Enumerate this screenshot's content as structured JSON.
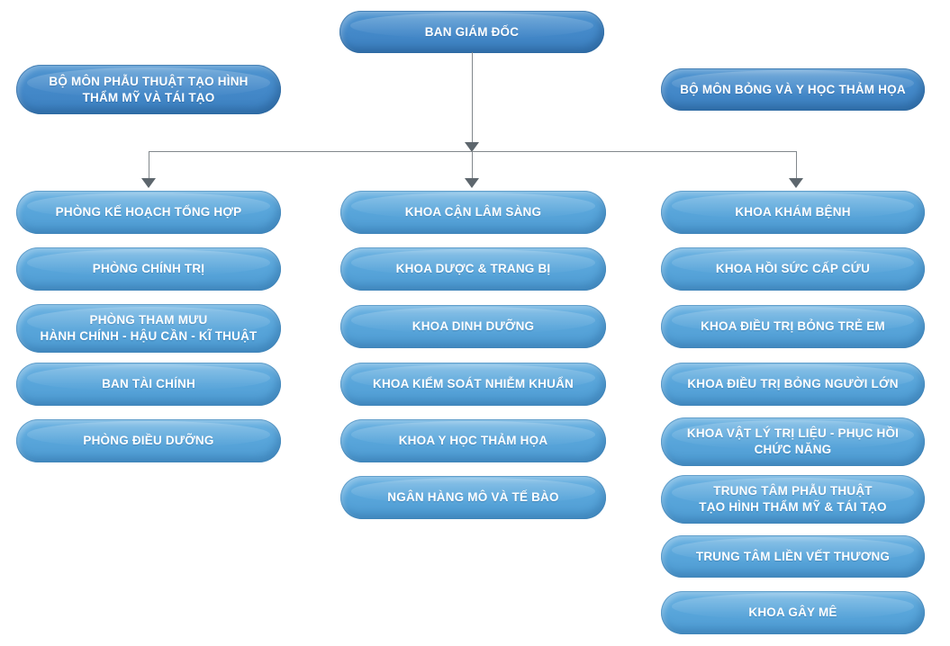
{
  "root": {
    "label": "BAN GIÁM ĐỐC"
  },
  "standalone": {
    "left": {
      "label": "BỘ MÔN PHẪU THUẬT TẠO HÌNH\nTHẨM MỸ VÀ TÁI TẠO"
    },
    "right": {
      "label": "BỘ MÔN BỎNG VÀ Y HỌC THẢM HỌA"
    }
  },
  "columns": [
    {
      "items": [
        "PHÒNG KẾ HOẠCH TỔNG HỢP",
        "PHÒNG CHÍNH TRỊ",
        "PHÒNG THAM MƯU\nHÀNH CHÍNH - HẬU CẦN - KĨ THUẬT",
        "BAN TÀI CHÍNH",
        "PHÒNG ĐIỀU DƯỠNG"
      ]
    },
    {
      "items": [
        "KHOA CẬN LÂM SÀNG",
        "KHOA DƯỢC & TRANG BỊ",
        "KHOA DINH DƯỠNG",
        "KHOA KIỂM SOÁT NHIỄM KHUẨN",
        "KHOA Y HỌC THẢM HỌA",
        "NGÂN HÀNG MÔ VÀ TẾ BÀO"
      ]
    },
    {
      "items": [
        "KHOA KHÁM BỆNH",
        "KHOA HỒI SỨC CẤP CỨU",
        "KHOA ĐIỀU TRỊ BỎNG TRẺ EM",
        "KHOA ĐIỀU TRỊ BỎNG NGƯỜI LỚN",
        "KHOA VẬT LÝ TRỊ LIỆU  - PHỤC HỒI\nCHỨC NĂNG",
        "TRUNG TÂM PHẪU THUẬT\nTẠO HÌNH THẨM MỸ & TÁI TẠO",
        "TRUNG TÂM LIỀN VẾT THƯƠNG",
        "KHOA GÂY MÊ"
      ]
    }
  ],
  "colors": {
    "node_light": "#58a5da",
    "node_light_top": "#6db3e2",
    "node_light_bottom": "#4f9cd3",
    "node_dark": "#4489c9",
    "node_dark_top": "#5096d1",
    "node_dark_bottom": "#3c80c0",
    "connector_line": "#82888c",
    "arrowhead": "#5d666d",
    "node_text": "#ffffff",
    "background": "#ffffff"
  }
}
